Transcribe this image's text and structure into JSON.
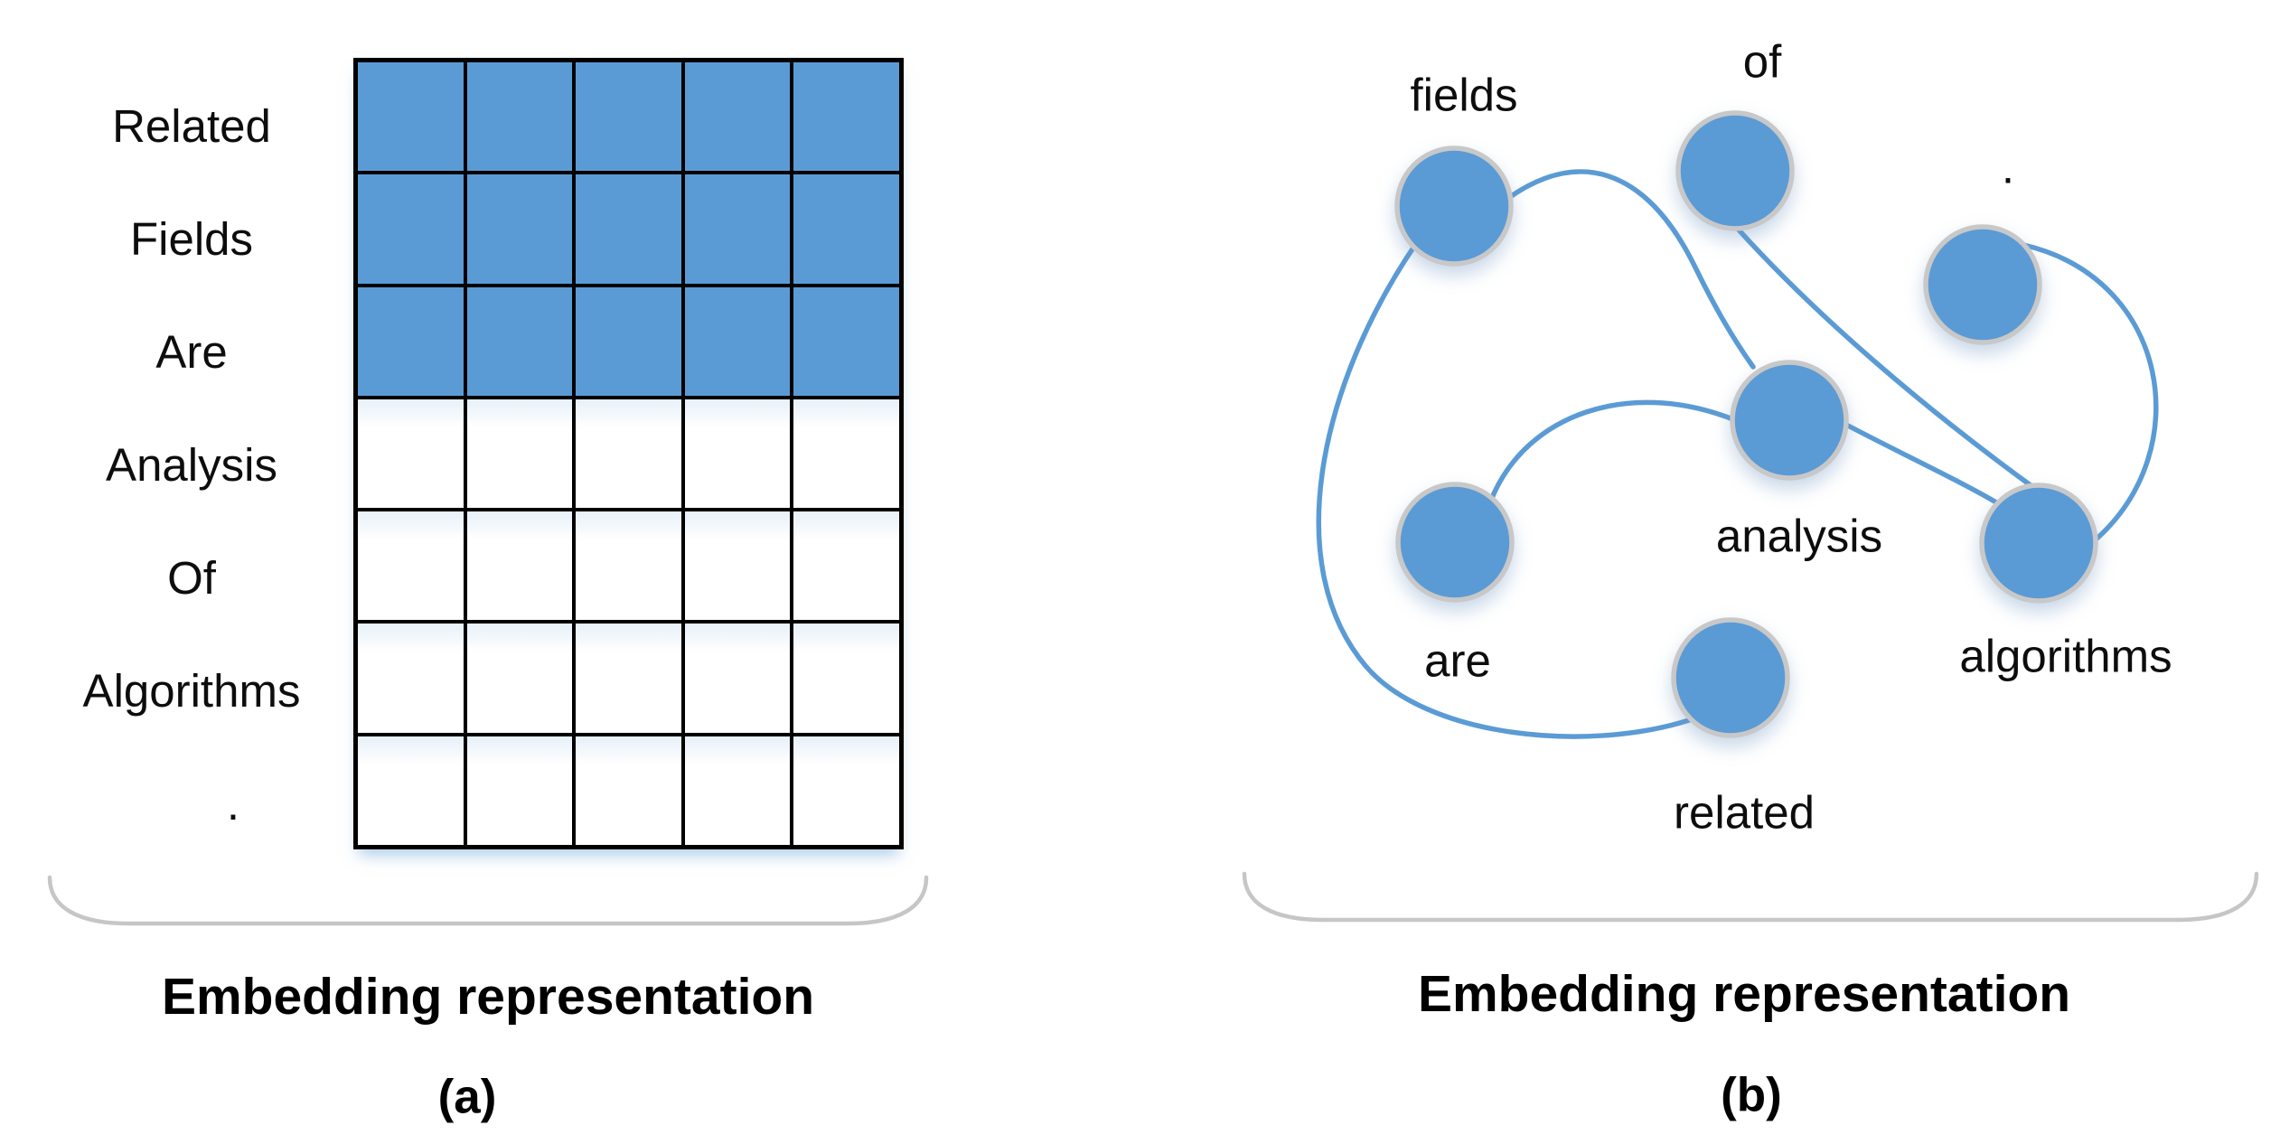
{
  "figure": {
    "description": "Word embedding representations: (a) one-hot style matrix, (b) graph of embedded words"
  },
  "colors": {
    "node_fill": "#5b9bd5",
    "node_border": "#c8c8c8",
    "edge": "#5b9bd5",
    "grid_fill": "#5b9bd5",
    "grid_line": "#000000",
    "brace": "#c6c6c6",
    "text": "#000000"
  },
  "panel_a": {
    "caption": "Embedding representation",
    "tag": "(a)",
    "grid": {
      "columns": 5,
      "rows": [
        {
          "label": "Related",
          "filled": true
        },
        {
          "label": "Fields",
          "filled": true
        },
        {
          "label": "Are",
          "filled": true
        },
        {
          "label": "Analysis",
          "filled": false
        },
        {
          "label": "Of",
          "filled": false
        },
        {
          "label": "Algorithms",
          "filled": false
        },
        {
          "label": ".",
          "filled": false
        }
      ]
    }
  },
  "panel_b": {
    "caption": "Embedding representation",
    "tag": "(b)",
    "nodes": [
      {
        "label": "fields"
      },
      {
        "label": "of"
      },
      {
        "label": "."
      },
      {
        "label": "analysis"
      },
      {
        "label": "are"
      },
      {
        "label": "algorithms"
      },
      {
        "label": "related"
      }
    ],
    "edges": [
      {
        "from": "fields",
        "to": "analysis"
      },
      {
        "from": "of",
        "to": "algorithms"
      },
      {
        "from": ".",
        "to": "algorithms"
      },
      {
        "from": "fields",
        "to": "related"
      },
      {
        "from": "are",
        "to": "analysis"
      },
      {
        "from": "analysis",
        "to": "algorithms"
      }
    ]
  }
}
